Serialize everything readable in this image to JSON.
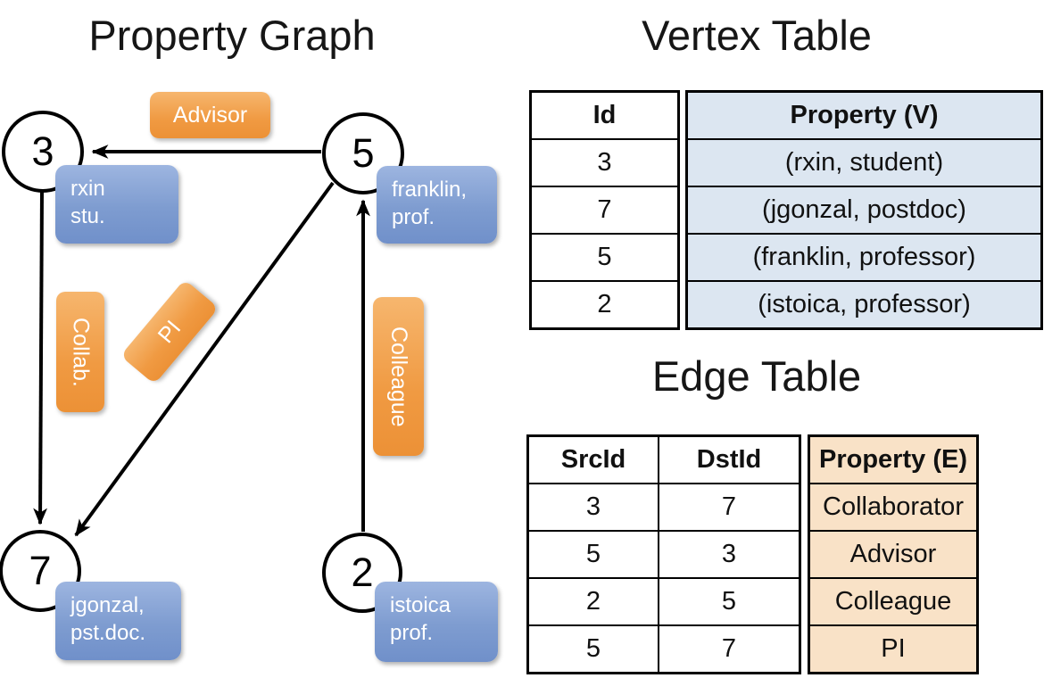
{
  "colors": {
    "edge_label_orange": "#F09A42",
    "vertex_box_blue": "#7E9CD0",
    "vertex_table_fill": "#DCE6F1",
    "edge_table_fill": "#F9E2C7",
    "line_black": "#000000"
  },
  "graph": {
    "title": "Property Graph",
    "nodes": {
      "n3": {
        "id": "3",
        "line1": "rxin",
        "line2": "stu."
      },
      "n5": {
        "id": "5",
        "line1": "franklin,",
        "line2": "prof."
      },
      "n7": {
        "id": "7",
        "line1": "jgonzal,",
        "line2": "pst.doc."
      },
      "n2": {
        "id": "2",
        "line1": "istoica",
        "line2": "prof."
      }
    },
    "edge_labels": {
      "advisor": "Advisor",
      "collab": "Collab.",
      "pi": "PI",
      "colleague": "Colleague"
    }
  },
  "vertex_table": {
    "title": "Vertex Table",
    "headers": {
      "id": "Id",
      "property": "Property (V)"
    },
    "rows": [
      {
        "id": "3",
        "property": "(rxin, student)"
      },
      {
        "id": "7",
        "property": "(jgonzal, postdoc)"
      },
      {
        "id": "5",
        "property": "(franklin, professor)"
      },
      {
        "id": "2",
        "property": "(istoica, professor)"
      }
    ]
  },
  "edge_table": {
    "title": "Edge Table",
    "headers": {
      "src": "SrcId",
      "dst": "DstId",
      "property": "Property (E)"
    },
    "rows": [
      {
        "src": "3",
        "dst": "7",
        "property": "Collaborator"
      },
      {
        "src": "5",
        "dst": "3",
        "property": "Advisor"
      },
      {
        "src": "2",
        "dst": "5",
        "property": "Colleague"
      },
      {
        "src": "5",
        "dst": "7",
        "property": "PI"
      }
    ]
  }
}
